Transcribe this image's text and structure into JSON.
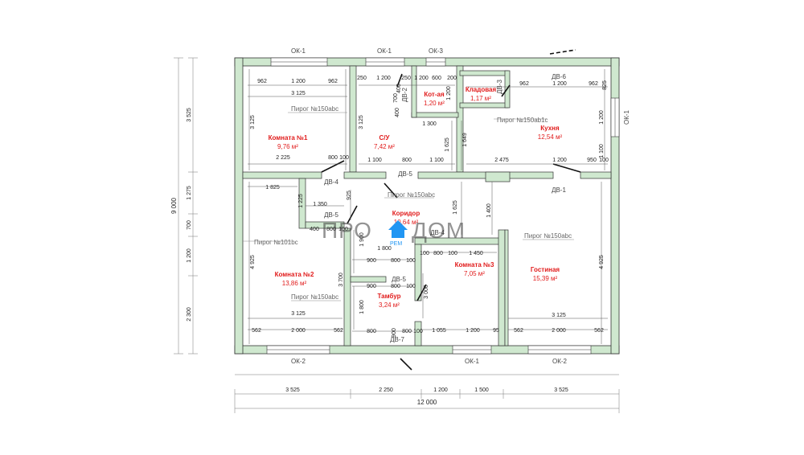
{
  "plan": {
    "watermark": {
      "left": "ПРО",
      "right": "ДОМ",
      "sub": "РЕМ"
    },
    "rooms": [
      {
        "name": "Комната №1",
        "area": "9,76 м²"
      },
      {
        "name": "С/У",
        "area": "7,42 м²"
      },
      {
        "name": "Кот-ая",
        "area": "1,20 м²"
      },
      {
        "name": "Кладовая",
        "area": "1,17 м²"
      },
      {
        "name": "Кухня",
        "area": "12,54 м²"
      },
      {
        "name": "Комната №2",
        "area": "13,86 м²"
      },
      {
        "name": "Коридор",
        "area": "10,64 м²"
      },
      {
        "name": "Тамбур",
        "area": "3,24 м²"
      },
      {
        "name": "Комната №3",
        "area": "7,05 м²"
      },
      {
        "name": "Гостиная",
        "area": "15,39 м²"
      }
    ],
    "windows": [
      "ОК-1",
      "ОК-1",
      "ОК-3",
      "ОК-1",
      "ОК-2",
      "ОК-1",
      "ОК-2"
    ],
    "doors": [
      "ДВ-2",
      "ДВ-3",
      "ДВ-6",
      "ДВ-4",
      "ДВ-5",
      "ДВ-1",
      "ДВ-5",
      "ДВ-4",
      "ДВ-5",
      "ДВ-7"
    ],
    "wall_types": [
      "Пирог №150abc",
      "Пирог №150ab1c",
      "Пирог №150abc",
      "Пирог №101bc",
      "Пирог №150abc",
      "Пирог №150abc"
    ],
    "dims_top": [
      "962",
      "1 200",
      "962",
      "3 125",
      "250",
      "1 200",
      "250",
      "400",
      "1 200",
      "1 200",
      "600",
      "200",
      "700",
      "400",
      "1 300",
      "962",
      "1 200",
      "962",
      "825"
    ],
    "dims_mid": [
      "3 125",
      "3 125",
      "1 625",
      "1 649",
      "1 200",
      "1 100",
      "2 225",
      "800",
      "100",
      "1 100",
      "800",
      "1 100",
      "2 475",
      "1 200",
      "950",
      "100"
    ],
    "dims_low": [
      "1 825",
      "1 225",
      "1 350",
      "925",
      "400",
      "800",
      "100",
      "1 625",
      "1 400",
      "1 900",
      "1 800",
      "900",
      "800",
      "100",
      "100",
      "800",
      "100",
      "1 450",
      "4 925",
      "3 700",
      "3 000",
      "1 800",
      "900",
      "800",
      "100",
      "4 925",
      "3 125",
      "3 125"
    ],
    "dims_bottom_row": [
      "562",
      "2 000",
      "562",
      "800",
      "900",
      "800",
      "100",
      "1 055",
      "1 200",
      "95",
      "562",
      "2 000",
      "562"
    ],
    "dims_left": [
      "3 525",
      "1 275",
      "700",
      "1 200",
      "2 300"
    ],
    "total_left": "9 000",
    "dims_bottom": [
      "3 525",
      "2 250",
      "1 200",
      "1 500",
      "3 525"
    ],
    "total_bottom": "12 000",
    "colors": {
      "wall_fill": "#cfe8cf",
      "wall_stroke": "#333333",
      "label_red": "#e11b1b",
      "accent_blue": "#2196f3"
    }
  }
}
